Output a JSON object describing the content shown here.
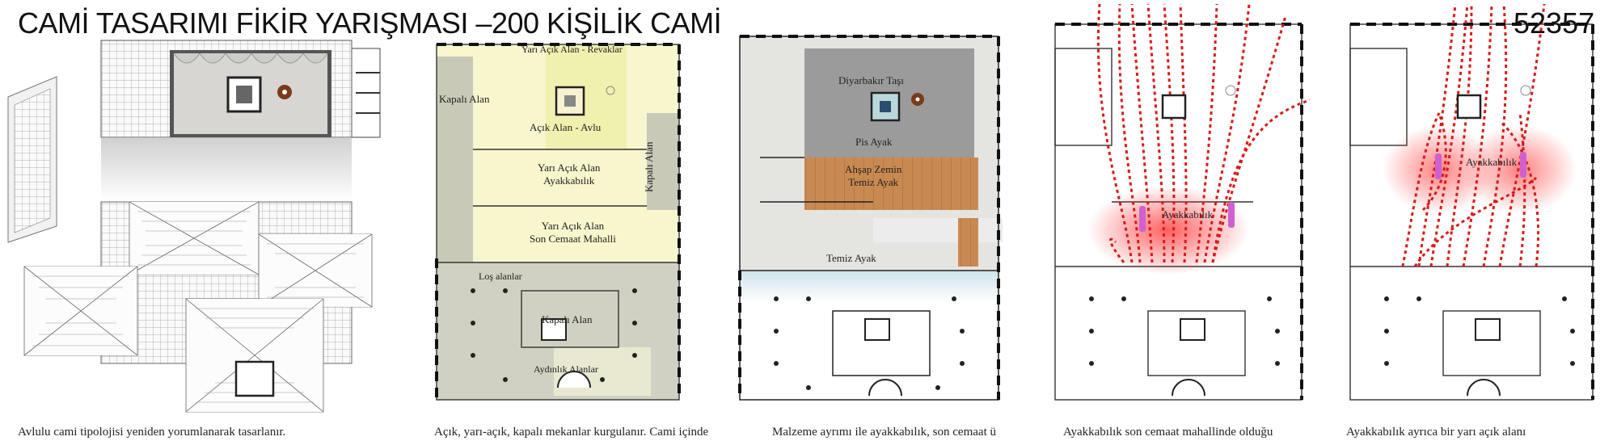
{
  "header": {
    "title": "CAMİ TASARIMI FİKİR YARIŞMASI –200 KİŞİLİK CAMİ",
    "code": "52357"
  },
  "panels": [
    {
      "caption": "Avlulu cami tipolojisi yeniden yorumlanarak tasarlanır."
    },
    {
      "caption": "Açık, yarı-açık, kapalı mekanlar kurgulanır. Cami içinde",
      "zones": {
        "revaklar": "Yarı Açık Alan - Revaklar",
        "kapali_left": "Kapalı Alan",
        "avlu": "Açık Alan - Avlu",
        "kapali_right": "Kapalı Alan",
        "ayakkabilik": "Yarı Açık Alan\nAyakkabılık",
        "son_cemaat": "Yarı Açık Alan\nSon Cemaat Mahalli",
        "los": "Loş alanlar",
        "kapali_bottom": "Kapalı Alan",
        "aydinlik": "Aydınlık Alanlar"
      }
    },
    {
      "caption": "Malzeme ayrımı ile ayakkabılık, son cemaat ü",
      "zones": {
        "diyarbakir": "Diyarbakır Taşı",
        "pis_ayak": "Pis Ayak",
        "ahsap": "Ahşap Zemin\nTemiz Ayak",
        "temiz_ayak": "Temiz Ayak"
      }
    },
    {
      "caption": "Ayakkabılık son cemaat mahallinde olduğu",
      "zones": {
        "ayakkabilik": "Ayakkabılık"
      }
    },
    {
      "caption": "Ayakkabılık ayrıca bir yarı açık alanı",
      "zones": {
        "ayakkabilik": "Ayakkabılık"
      }
    }
  ],
  "colors": {
    "flow_arrows": "#d81a1a",
    "shoe_rack": "#d060d0",
    "wood_floor": "#c98a52",
    "stone_floor": "#9b9b9b",
    "courtyard_tint": "#f3f2b8",
    "closed_tint": "#c9c9b8"
  }
}
